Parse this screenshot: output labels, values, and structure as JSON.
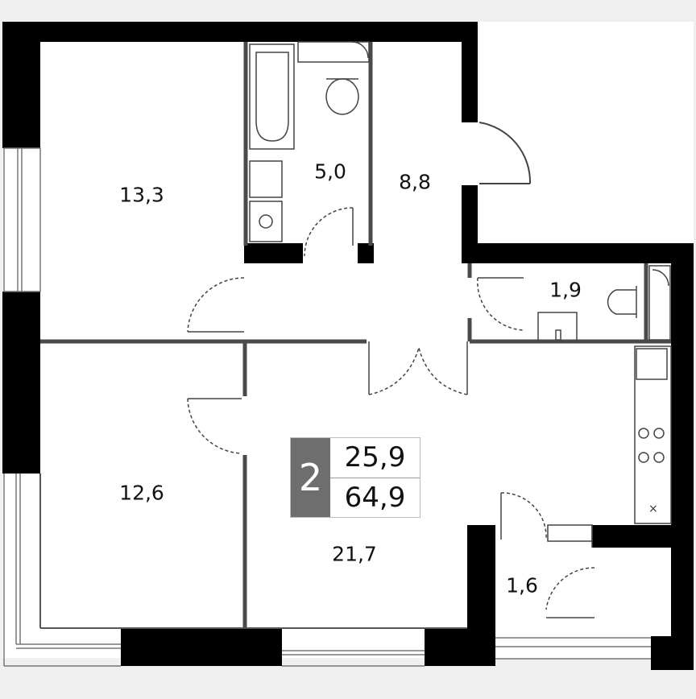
{
  "floor_plan": {
    "type": "apartment-floor-plan",
    "summary": {
      "rooms_count": "2",
      "living_area": "25,9",
      "total_area": "64,9",
      "badge_color": "#6e6e6e"
    },
    "rooms": [
      {
        "id": "bedroom-1",
        "area": "13,3"
      },
      {
        "id": "bathroom",
        "area": "5,0"
      },
      {
        "id": "hall",
        "area": "8,8"
      },
      {
        "id": "toilet",
        "area": "1,9"
      },
      {
        "id": "bedroom-2",
        "area": "12,6"
      },
      {
        "id": "living-kitchen",
        "area": "21,7"
      },
      {
        "id": "storage",
        "area": "1,6"
      }
    ],
    "colors": {
      "wall": "#000000",
      "background": "#f0f0f0",
      "floor": "#ffffff",
      "partition": "#555555"
    }
  }
}
